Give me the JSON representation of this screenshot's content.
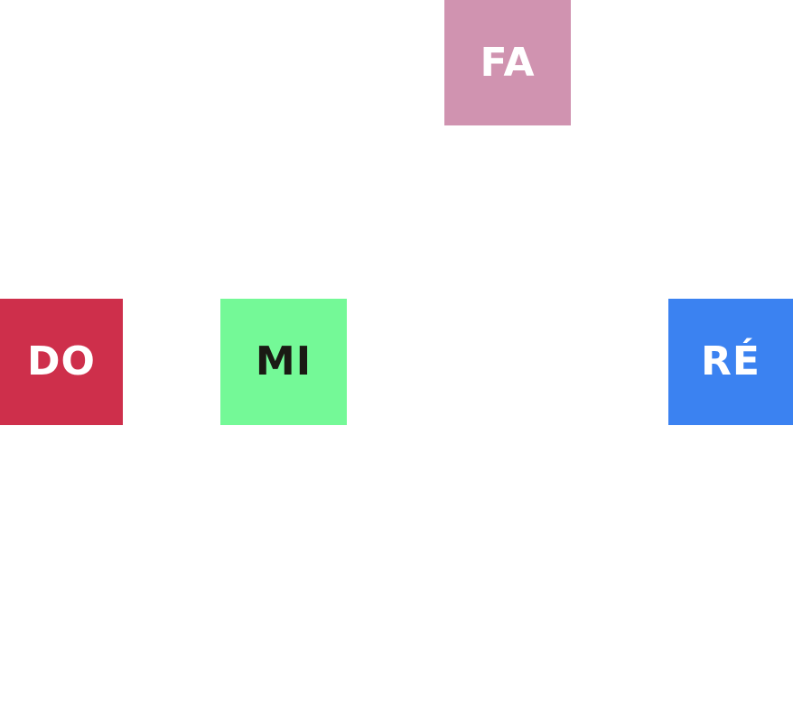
{
  "notes": [
    {
      "id": "fa",
      "label": "FA",
      "background": "#d093b0",
      "text_color": "#ffffff"
    },
    {
      "id": "do",
      "label": "DO",
      "background": "#ce2f4b",
      "text_color": "#ffffff"
    },
    {
      "id": "mi",
      "label": "MI",
      "background": "#74f997",
      "text_color": "#1a1a14"
    },
    {
      "id": "re",
      "label": "RÉ",
      "background": "#3b82f1",
      "text_color": "#ffffff"
    }
  ]
}
